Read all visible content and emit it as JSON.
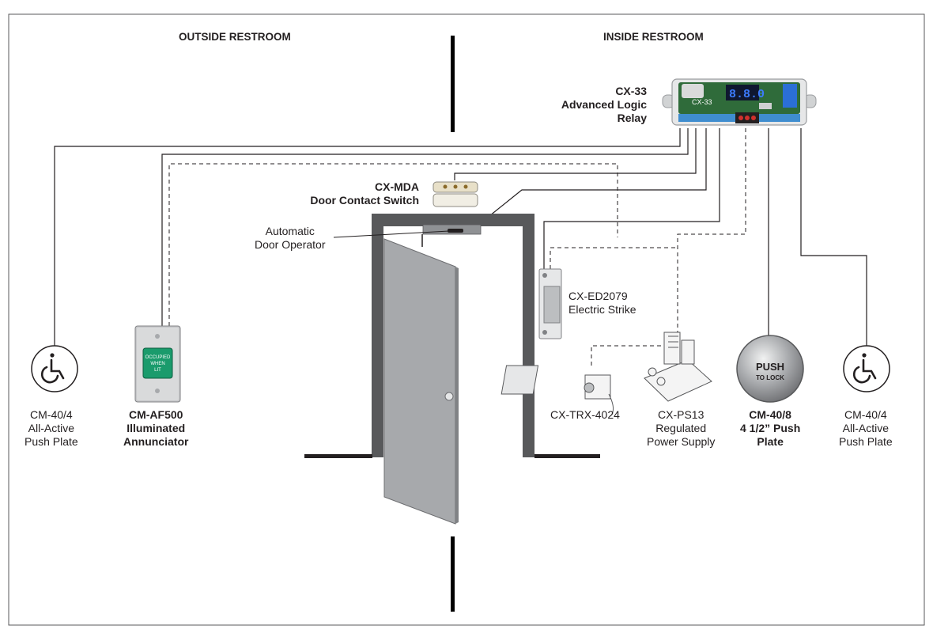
{
  "headers": {
    "outside": "OUTSIDE RESTROOM",
    "inside": "INSIDE RESTROOM"
  },
  "relay": {
    "lines": [
      "CX-33",
      "Advanced Logic",
      "Relay"
    ],
    "display": "8.8.0",
    "model_mark": "CX-33"
  },
  "door_contact": {
    "lines": [
      "CX-MDA",
      "Door Contact Switch"
    ]
  },
  "operator": {
    "lines": [
      "Automatic",
      "Door Operator"
    ]
  },
  "strike": {
    "lines": [
      "CX-ED2079",
      "Electric Strike"
    ]
  },
  "transformer": {
    "lines": [
      "CX-TRX-4024"
    ]
  },
  "power_supply": {
    "lines": [
      "CX-PS13",
      "Regulated",
      "Power Supply"
    ]
  },
  "annunciator": {
    "lines": [
      "CM-AF500",
      "Illuminated",
      "Annunciator"
    ],
    "lens_text": [
      "OCCUPIED",
      "WHEN",
      "LIT"
    ]
  },
  "push_plate_left": {
    "lines": [
      "CM-40/4",
      "All-Active",
      "Push Plate"
    ]
  },
  "push_plate_right": {
    "lines": [
      "CM-40/4",
      "All-Active",
      "Push Plate"
    ]
  },
  "push_button": {
    "lines": [
      "CM-40/8",
      "4 1/2” Push",
      "Plate"
    ],
    "face": [
      "PUSH",
      "TO LOCK"
    ]
  },
  "icons": {
    "accessibility": "wheelchair-accessibility-icon"
  },
  "colors": {
    "frame": "#58595b",
    "door": "#a7a9ac",
    "annunciator_lens": "#1a9b6c",
    "relay_display": "#2a62c9",
    "relay_board": "#2f6b3a"
  }
}
